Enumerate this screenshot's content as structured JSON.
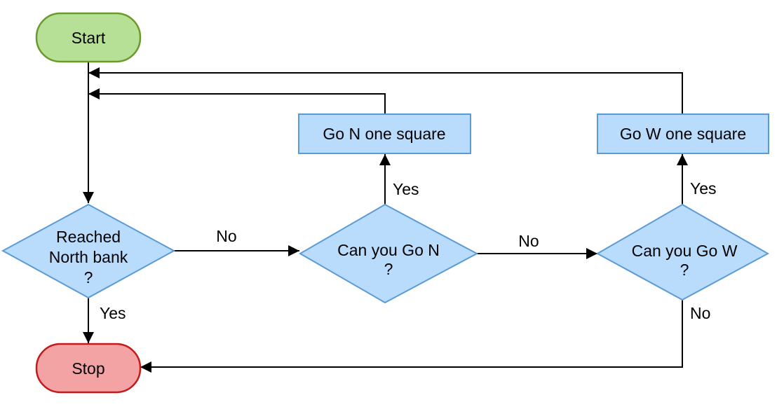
{
  "colors": {
    "terminal_start_fill": "#b5e095",
    "terminal_start_stroke": "#6a9a2a",
    "terminal_stop_fill": "#f4a3a5",
    "terminal_stop_stroke": "#c41a1a",
    "process_fill": "#b9dcfc",
    "process_stroke": "#5b9bd5",
    "edge": "#000000"
  },
  "nodes": {
    "start": {
      "shape": "terminal",
      "label": "Start"
    },
    "stop": {
      "shape": "terminal",
      "label": "Stop"
    },
    "reached_north_bank": {
      "shape": "decision",
      "lines": [
        "Reached",
        "North bank",
        "?"
      ]
    },
    "can_go_n": {
      "shape": "decision",
      "lines": [
        "Can you Go N",
        "?"
      ]
    },
    "can_go_w": {
      "shape": "decision",
      "lines": [
        "Can you Go W",
        "?"
      ]
    },
    "go_n": {
      "shape": "process",
      "label": "Go N one square"
    },
    "go_w": {
      "shape": "process",
      "label": "Go W one square"
    }
  },
  "edges": {
    "reached_no": {
      "from": "reached_north_bank",
      "to": "can_go_n",
      "label": "No"
    },
    "reached_yes": {
      "from": "reached_north_bank",
      "to": "stop",
      "label": "Yes"
    },
    "can_go_n_yes": {
      "from": "can_go_n",
      "to": "go_n",
      "label": "Yes"
    },
    "can_go_n_no": {
      "from": "can_go_n",
      "to": "can_go_w",
      "label": "No"
    },
    "can_go_w_yes": {
      "from": "can_go_w",
      "to": "go_w",
      "label": "Yes"
    },
    "can_go_w_no": {
      "from": "can_go_w",
      "to": "stop",
      "label": "No"
    }
  }
}
